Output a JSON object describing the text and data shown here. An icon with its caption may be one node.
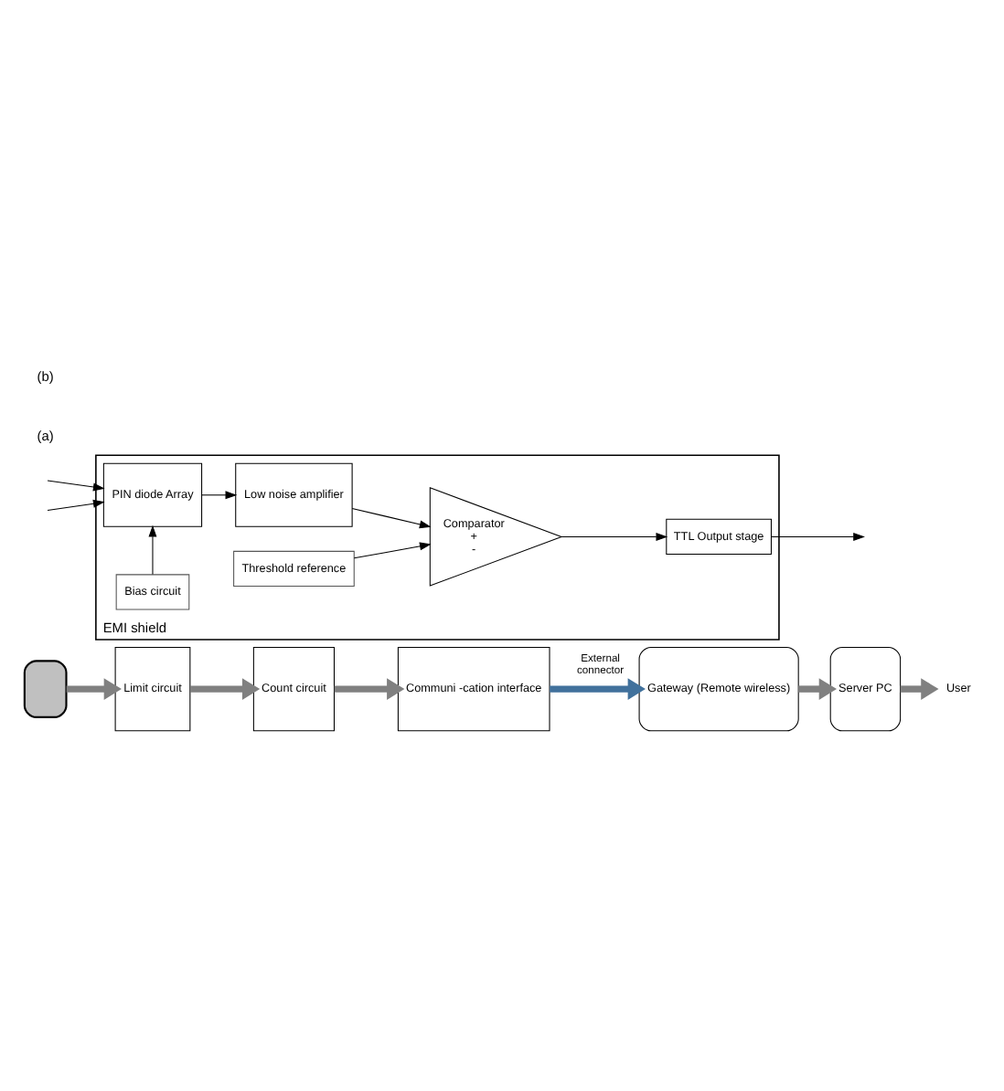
{
  "diagram": {
    "nodes": [
      {
        "text": [],
        "shape": "box"
      },
      {
        "text": [
          "Limit circuit"
        ]
      },
      {
        "text": [
          "Count circuit"
        ]
      },
      {
        "text": [
          "Communi -cation interface"
        ]
      },
      {
        "text": [
          "Gateway (Remote wireless)"
        ]
      },
      {
        "text": [
          "Server PC"
        ]
      },
      {
        "text": [
          "User"
        ]
      },
      {
        "text": [
          "EMI shield"
        ]
      },
      {
        "text": [
          "Bias circuit"
        ],
        "in": 7
      },
      {
        "text": [
          "PIN diode Array"
        ],
        "in": 7
      },
      {
        "text": [
          "Low noise amplifier"
        ],
        "in": 7
      },
      {
        "text": [
          "Comparator",
          "+",
          "-"
        ],
        "in": 7
      },
      {
        "text": [
          "Threshold reference"
        ],
        "in": 7
      },
      {
        "text": [
          "TTL Output stage"
        ],
        "in": 7
      }
    ],
    "edges": [
      {
        "from": 0,
        "to": 1,
        "arrow": "to",
        "style": "thick",
        "color": "#808080"
      },
      {
        "from": 1,
        "to": 2,
        "arrow": "to",
        "style": "thick",
        "color": "#808080"
      },
      {
        "from": 2,
        "to": 3,
        "arrow": "to",
        "style": "thick",
        "color": "#808080"
      },
      {
        "from": 3,
        "to": 4,
        "arrow": "to",
        "label": "External connector",
        "style": "thick",
        "color": "#41719c"
      },
      {
        "from": 4,
        "to": 5,
        "arrow": "to",
        "style": "thick",
        "color": "#808080"
      },
      {
        "from": 5,
        "to": 6,
        "arrow": "to",
        "style": "thick",
        "color": "#808080"
      },
      {
        "from": null,
        "to": 9,
        "arrow": "to"
      },
      {
        "from": null,
        "to": 9,
        "arrow": "to"
      },
      {
        "from": 8,
        "to": 9,
        "arrow": "to"
      },
      {
        "from": 9,
        "to": 10,
        "arrow": "to"
      },
      {
        "from": 10,
        "to": 11,
        "arrow": "to"
      },
      {
        "from": 12,
        "to": 11,
        "arrow": "to"
      },
      {
        "from": 11,
        "to": 13,
        "arrow": "to"
      },
      {
        "from": 13,
        "to": null,
        "arrow": "to"
      }
    ],
    "labels": [
      "(a)",
      "(b)"
    ]
  }
}
